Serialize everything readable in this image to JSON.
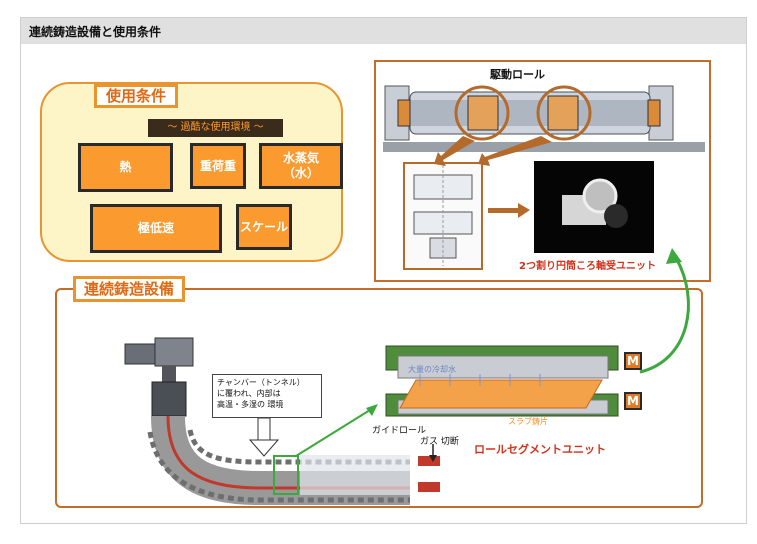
{
  "header": {
    "title": "連続鋳造設備と使用条件"
  },
  "conditions": {
    "title": "使用条件",
    "harsh_label": "～ 過酷な使用環境 ～",
    "items": [
      {
        "label": "熱"
      },
      {
        "label": "重荷重"
      },
      {
        "label": "水蒸気\n（水）"
      },
      {
        "label": "極低速"
      },
      {
        "label": "スケール"
      }
    ]
  },
  "roll_drive": {
    "title": "駆動ロール",
    "bearing_caption": "2つ割り円筒ころ軸受ユニット"
  },
  "casting": {
    "title": "連続鋳造設備",
    "chamber_note": "チャンバー（トンネル）\nに覆われ、内部は\n高温・多湿の 環境",
    "guide_roll": "ガイドロール",
    "gas_cut": "ガス 切断",
    "cooling_water": "大量の冷却水",
    "slab": "スラブ鋳片",
    "segment_unit": "ロールセグメントユニット",
    "motor_label": "M"
  },
  "colors": {
    "accent_orange": "#e8942f",
    "box_orange": "#fa9a2f",
    "panel_cream": "#fdf5c7",
    "caption_red": "#d2321c",
    "arrow_green": "#3da83d"
  }
}
